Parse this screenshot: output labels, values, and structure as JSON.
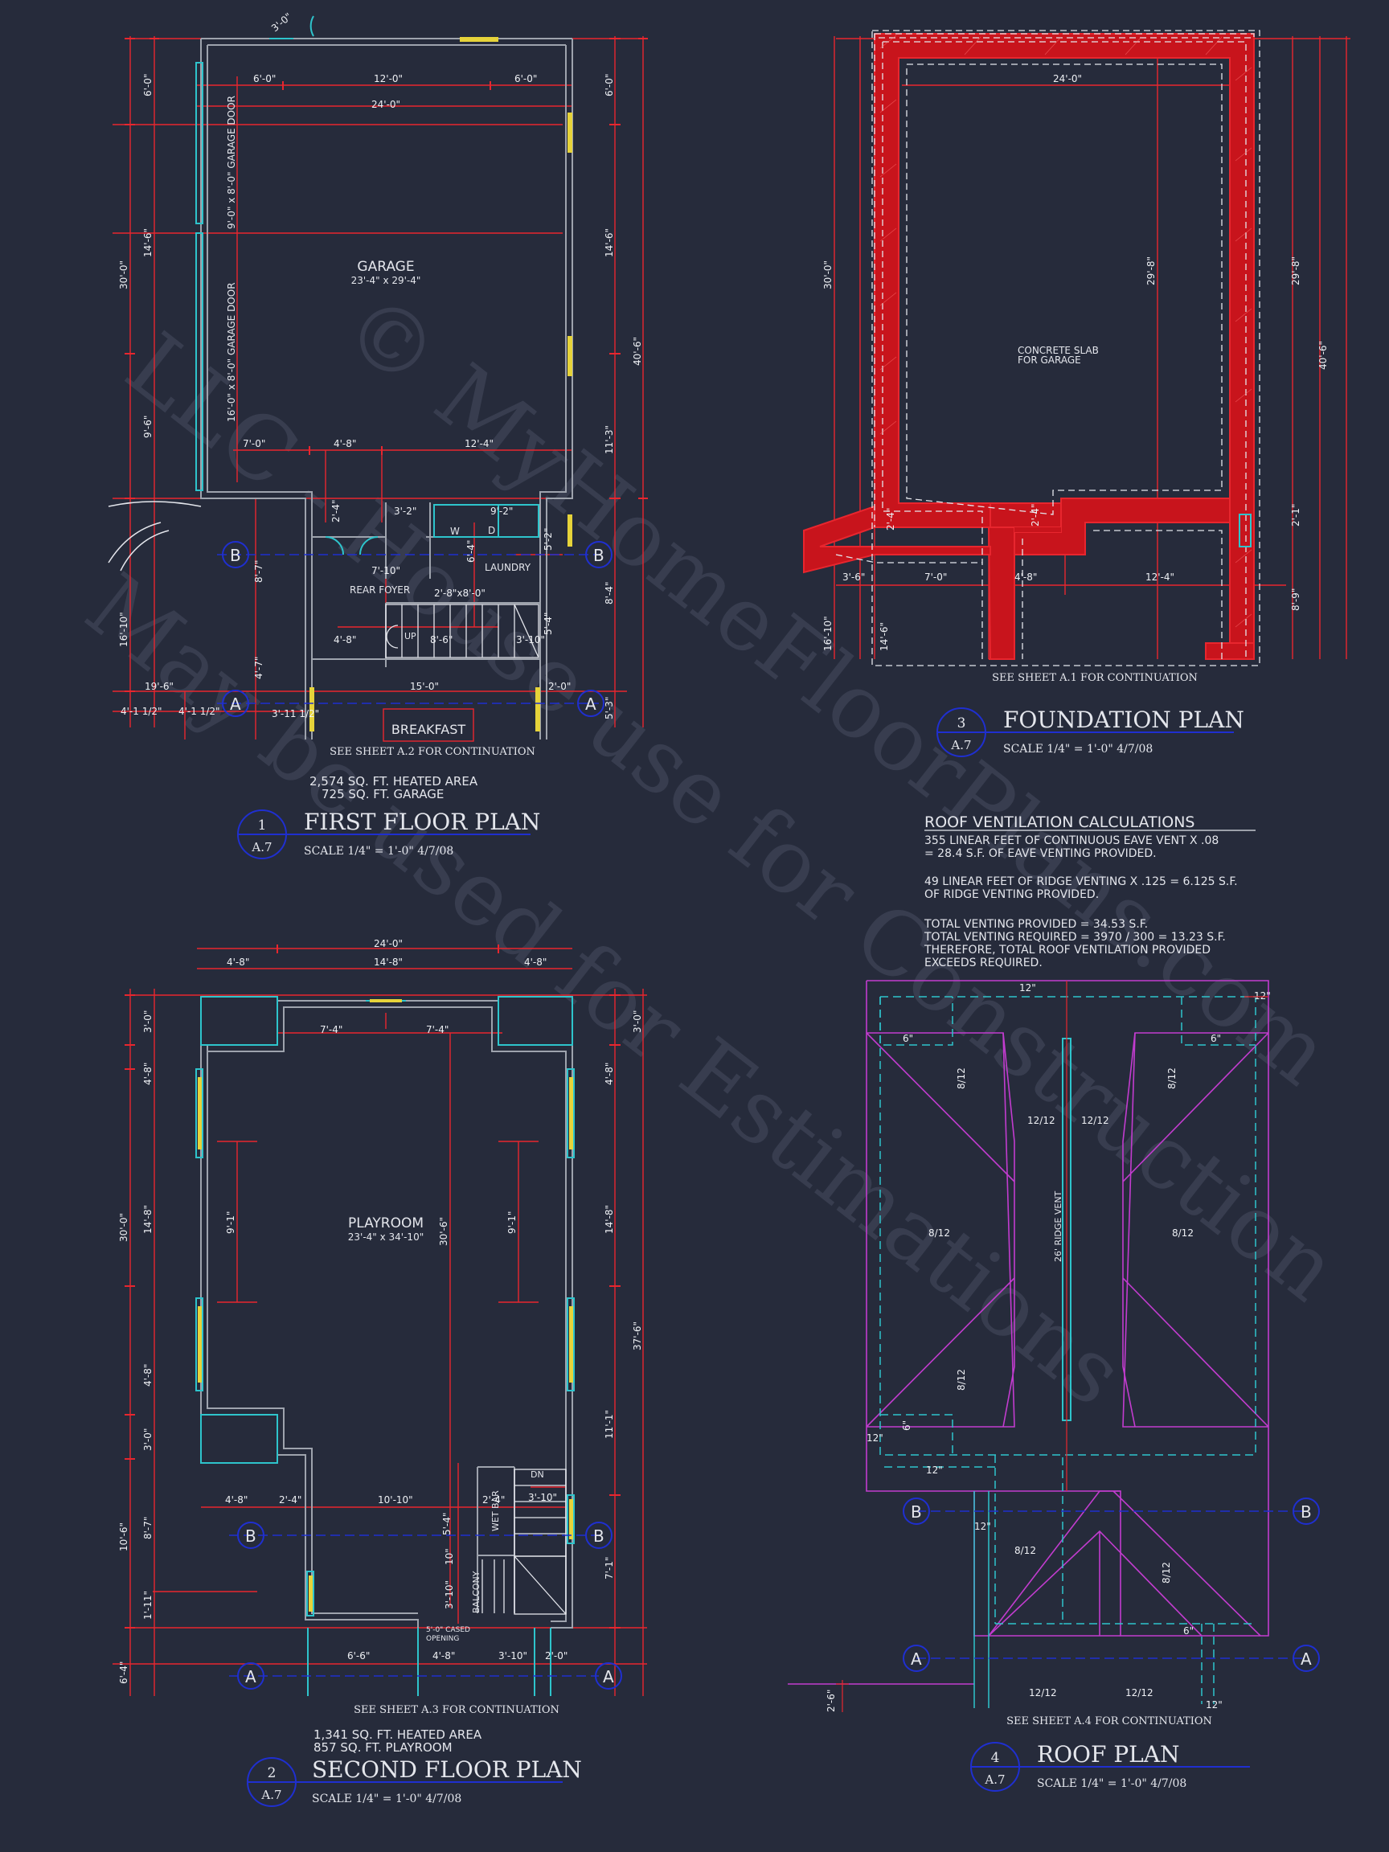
{
  "watermark": {
    "line1": "© MyHomeFloorPlans.com",
    "line2": "LLC - House use for Construction",
    "line3": "May be used for Estimations"
  },
  "first_floor": {
    "title": "FIRST FLOOR PLAN",
    "num": "1",
    "sheet": "A.7",
    "scale": "SCALE 1/4\" = 1'-0\"   4/7/08",
    "note": "SEE SHEET A.2 FOR CONTINUATION",
    "area1": "2,574 SQ. FT. HEATED AREA",
    "area2": "725 SQ. FT. GARAGE",
    "room_garage": "GARAGE",
    "room_garage_dim": "23'-4\" x 29'-4\"",
    "garage_door1": "9'-0\" x 8'-0\" GARAGE DOOR",
    "garage_door2": "16'-0\" x 8'-0\" GARAGE DOOR",
    "rear_foyer": "REAR FOYER",
    "laundry": "LAUNDRY",
    "breakfast": "BREAKFAST",
    "w": "W",
    "d": "D",
    "up": "UP",
    "dims": {
      "top_a": "6'-0\"",
      "top_b": "12'-0\"",
      "top_c": "6'-0\"",
      "top_d": "24'-0\"",
      "left_a": "6'-0\"",
      "left_b": "14'-6\"",
      "left_c": "9'-6\"",
      "left_total": "30'-0\"",
      "left_d": "16'-10\"",
      "left_e": "8'-7\"",
      "left_f": "4'-7\"",
      "right_a": "6'-0\"",
      "right_b": "14'-6\"",
      "right_c": "11'-3\"",
      "right_total": "40'-6\"",
      "right_d": "5'-2\"",
      "right_e": "8'-4\"",
      "right_f": "5'-3\"",
      "mid_a": "7'-0\"",
      "mid_b": "4'-8\"",
      "mid_c": "12'-4\"",
      "f_a": "3'-2\"",
      "f_b": "9'-2\"",
      "f_c": "2'-4\"",
      "f_d": "7'-10\"",
      "f_e": "2'-8\"x8'-0\"",
      "f_f": "4'-8\"",
      "f_g": "8'-6\"",
      "f_h": "3'-10\"",
      "f_i": "5'-4\"",
      "f_j": "6'-4\"",
      "bot_a": "19'-6\"",
      "bot_b": "15'-0\"",
      "bot_c": "2'-0\"",
      "bot_d": "4'-1 1/2\"",
      "bot_e": "4'-1 1/2\"",
      "bot_f": "3'-11 1/2\"",
      "door": "3'-0\""
    },
    "sec_b": "B",
    "sec_a": "A"
  },
  "foundation": {
    "title": "FOUNDATION PLAN",
    "num": "3",
    "sheet": "A.7",
    "scale": "SCALE 1/4\" = 1'-0\"   4/7/08",
    "note": "SEE SHEET A.1 FOR CONTINUATION",
    "slab1": "CONCRETE SLAB",
    "slab2": "FOR GARAGE",
    "dims": {
      "top": "24'-0\"",
      "left_a": "30'-0\"",
      "left_b": "16'-10\"",
      "left_c": "14'-6\"",
      "center": "29'-8\"",
      "right_a": "29'-8\"",
      "right_b": "40'-6\"",
      "right_c": "2'-1\"",
      "right_d": "8'-9\"",
      "b_a": "3'-6\"",
      "b_b": "7'-0\"",
      "b_c": "4'-8\"",
      "b_d": "12'-4\"",
      "s_a": "2'-4\"",
      "s_b": "2'-4\""
    }
  },
  "second_floor": {
    "title": "SECOND FLOOR PLAN",
    "num": "2",
    "sheet": "A.7",
    "scale": "SCALE 1/4\" = 1'-0\"   4/7/08",
    "note": "SEE SHEET A.3 FOR CONTINUATION",
    "area1": "1,341 SQ. FT. HEATED AREA",
    "area2": "857 SQ. FT. PLAYROOM",
    "room": "PLAYROOM",
    "room_dim": "23'-4\" x 34'-10\"",
    "wet_bar": "WET BAR",
    "balcony": "BALCONY",
    "cased1": "5'-0\" CASED",
    "cased2": "OPENING",
    "dn": "DN",
    "dims": {
      "top_total": "24'-0\"",
      "top_a": "4'-8\"",
      "top_b": "14'-8\"",
      "top_c": "4'-8\"",
      "in_a": "7'-4\"",
      "in_b": "7'-4\"",
      "l_a": "3'-0\"",
      "l_b": "4'-8\"",
      "l_c": "14'-8\"",
      "l_d": "4'-8\"",
      "l_e": "3'-0\"",
      "l_total": "30'-0\"",
      "l_f": "10'-6\"",
      "l_g": "8'-7\"",
      "l_h": "1'-11\"",
      "l_i": "6'-4\"",
      "r_a": "3'-0\"",
      "r_b": "4'-8\"",
      "r_c": "14'-8\"",
      "r_total": "37'-6\"",
      "r_d": "11'-1\"",
      "r_e": "7'-1\"",
      "ia": "9'-1\"",
      "ib": "9'-1\"",
      "ic": "30'-6\"",
      "m_a": "4'-8\"",
      "m_b": "2'-4\"",
      "m_c": "10'-10\"",
      "m_d": "2'-4\"",
      "m_e": "3'-10\"",
      "m_f": "5'-4\"",
      "m_g": "10\"",
      "m_h": "3'-10\"",
      "b_a": "6'-6\"",
      "b_b": "4'-8\"",
      "b_c": "3'-10\"",
      "b_d": "2'-0\""
    }
  },
  "roof_calc": {
    "title": "ROOF VENTILATION CALCULATIONS",
    "lines": [
      "355 LINEAR FEET OF CONTINUOUS EAVE VENT X .08",
      "= 28.4 S.F. OF EAVE VENTING PROVIDED.",
      "",
      "49 LINEAR FEET OF RIDGE VENTING X .125 = 6.125 S.F.",
      "OF RIDGE VENTING PROVIDED.",
      "",
      "TOTAL VENTING PROVIDED = 34.53 S.F.",
      "TOTAL VENTING REQUIRED = 3970 / 300 = 13.23 S.F.",
      "THEREFORE, TOTAL ROOF VENTILATION PROVIDED",
      "EXCEEDS REQUIRED."
    ]
  },
  "roof": {
    "title": "ROOF PLAN",
    "num": "4",
    "sheet": "A.7",
    "scale": "SCALE 1/4\" = 1'-0\"   4/7/08",
    "note": "SEE SHEET A.4 FOR CONTINUATION",
    "ridge": "26' RIDGE VENT",
    "pitches": {
      "p1": "8/12",
      "p2": "8/12",
      "p3": "12/12",
      "p4": "12/12",
      "p5": "8/12",
      "p6": "8/12",
      "p7": "8/12",
      "p8": "8/12",
      "p9": "8/12",
      "p10": "12/12",
      "p11": "12/12"
    },
    "overhang": "12\"",
    "small": "6\"",
    "left_dim": "2'-6\""
  },
  "colors": {
    "background": "#262b3b",
    "wall": "#9ea3ad",
    "dimension": "#e8262e",
    "cyan": "#2ec4cc",
    "yellow": "#e6d33a",
    "blue": "#1f2fd0",
    "magenta": "#c23ccf",
    "white": "#e4e6ec"
  }
}
